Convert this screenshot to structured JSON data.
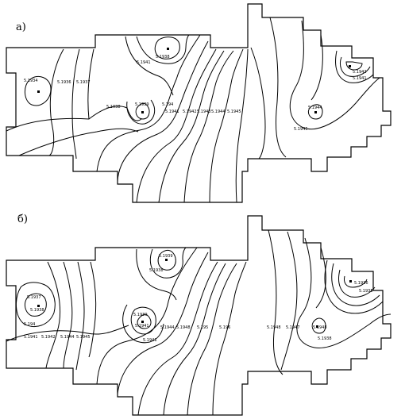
{
  "panels": [
    {
      "letter": "а)",
      "labels": [
        "5.1934",
        "5.1936",
        "5.1937",
        "5.1938",
        "5.1938",
        "5.1941",
        "5.1939",
        "5.194",
        "5.1941",
        "5.1942",
        "5.1943",
        "5.1944",
        "5.1945",
        "5.1942",
        "5.1941",
        "5.1944",
        "5.1945"
      ]
    },
    {
      "letter": "б)",
      "labels": [
        "5.1937",
        "5.1938",
        "5.194",
        "5.1941",
        "5.1942",
        "5.1944",
        "5.1945",
        "5.1939",
        "5.1938",
        "5.1939",
        "5.1941",
        "5.1941",
        "5.1944",
        "5.1948",
        "5.195",
        "5.196",
        "5.1948",
        "5.1947",
        "5.1948",
        "5.1938",
        "5.1936",
        "5.1935"
      ]
    }
  ]
}
